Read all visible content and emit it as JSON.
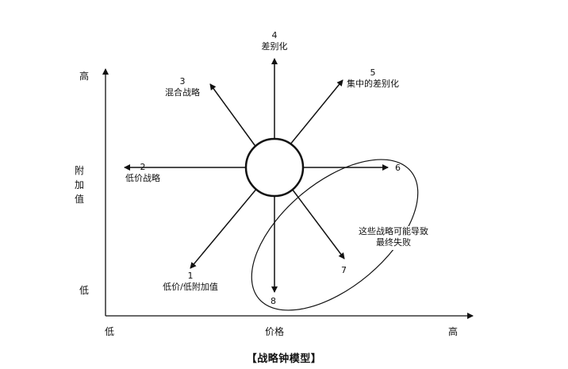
{
  "title": "【战略钟模型】",
  "axes": {
    "y_label_chars": [
      "附",
      "加",
      "值"
    ],
    "y_high": "高",
    "y_low": "低",
    "x_label": "价格",
    "x_low": "低",
    "x_high": "高"
  },
  "nodes": [
    {
      "number": "1",
      "label": "低价/低附加值"
    },
    {
      "number": "2",
      "label": "低价战略"
    },
    {
      "number": "3",
      "label": "混合战略"
    },
    {
      "number": "4",
      "label": "差别化"
    },
    {
      "number": "5",
      "label": "集中的差别化"
    },
    {
      "number": "6",
      "label": ""
    },
    {
      "number": "7",
      "label": ""
    },
    {
      "number": "8",
      "label": ""
    }
  ],
  "note": {
    "line1": "这些战略可能导致",
    "line2": "最终失败"
  }
}
